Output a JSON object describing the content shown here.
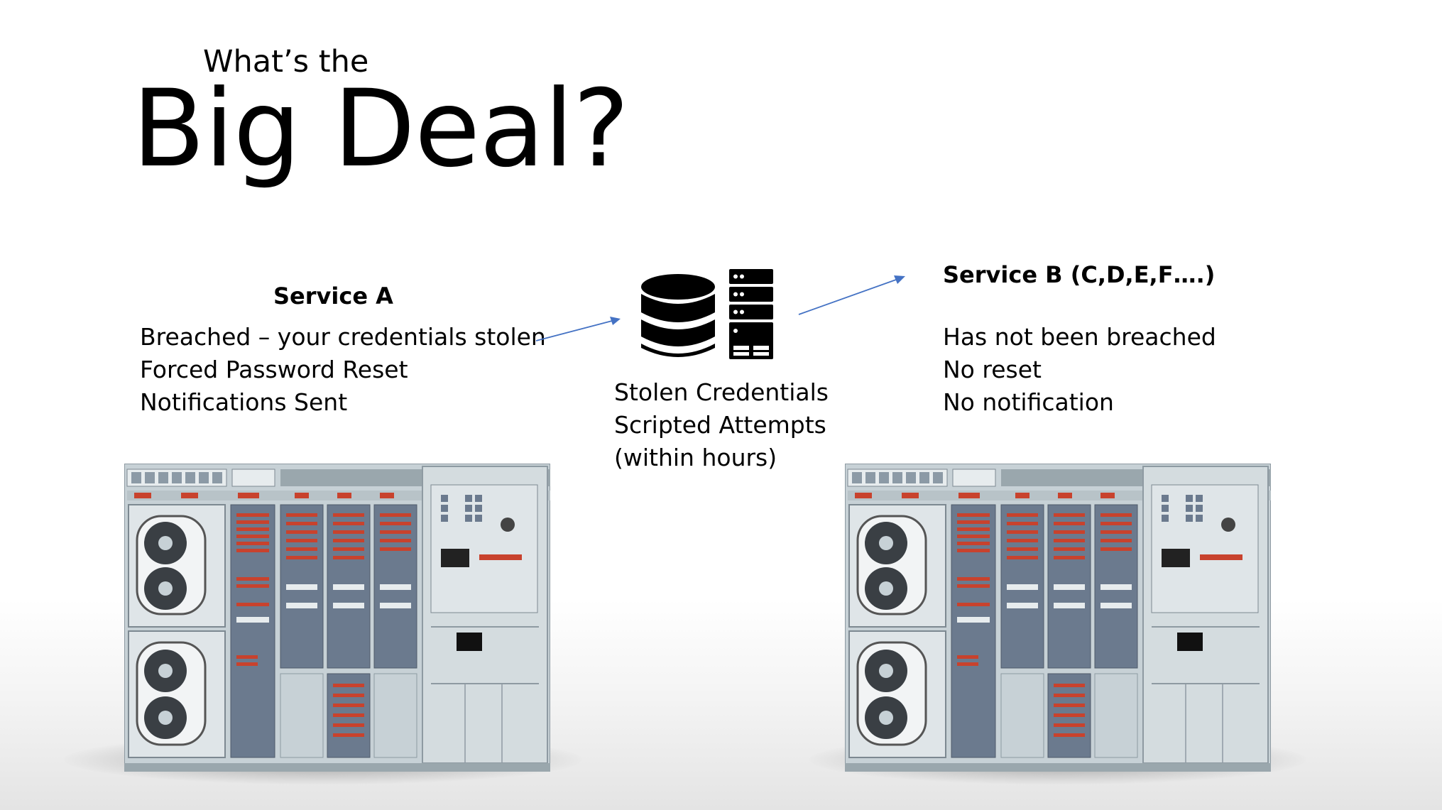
{
  "title": {
    "subtitle": "What’s the",
    "main": "Big Deal?"
  },
  "service_a": {
    "heading": "Service A",
    "lines": [
      "Breached – your credentials stolen",
      "Forced Password Reset",
      "Notifications Sent"
    ]
  },
  "middle": {
    "lines": [
      "Stolen Credentials",
      "Scripted Attempts",
      "(within hours)"
    ],
    "icons": [
      "database-icon",
      "server-rack-icon"
    ]
  },
  "service_b": {
    "heading": "Service B (C,D,E,F….)",
    "lines": [
      "Has not been breached",
      "No reset",
      "No notification"
    ]
  },
  "colors": {
    "arrow": "#4472C4",
    "text": "#000000",
    "cabinet": "#c5cfd4",
    "cabinet_dark": "#6b7a8e",
    "lamp_red": "#c8422d"
  }
}
